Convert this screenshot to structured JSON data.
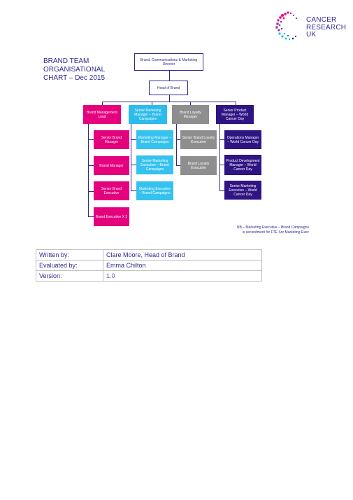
{
  "logo": {
    "text_lines": [
      "CANCER",
      "RESEARCH",
      "UK"
    ],
    "colors": [
      "#e5007e",
      "#2dbbeb",
      "#2e2a8c",
      "#8b3fa8"
    ]
  },
  "document": {
    "title_lines": [
      "BRAND TEAM",
      "ORGANISATIONAL",
      "CHART – Dec 2015"
    ]
  },
  "org_chart": {
    "top": "Brand, Communications & Marketing Director",
    "head": "Head of Brand",
    "departments": [
      {
        "title": "Brand Management Lead",
        "color": "#e5007e",
        "reports": [
          "Senior Brand Manager",
          "Brand Manager",
          "Senior Brand Executive",
          "Brand Executive X 2"
        ]
      },
      {
        "title": "Senior Marketing Manager – Brand Campaigns",
        "color": "#2dbbeb",
        "reports": [
          "Marketing Manager – Brand Campaigns",
          "Senior Marketing Executive – Brand Campaigns",
          "Marketing Executive – Brand Campaigns"
        ]
      },
      {
        "title": "Brand Loyalty Manager",
        "color": "#8e8e8e",
        "reports": [
          "Senior Brand Loyalty Executive",
          "Brand Loyalty Executive"
        ]
      },
      {
        "title": "Senior Product Manager – World Cancer Day",
        "color": "#2f1483",
        "reports": [
          "Operations Manager – World Cancer Day",
          "Product Development Manager – World Cancer Day",
          "Senior Marketing Executive – World Cancer Day"
        ]
      }
    ],
    "note_lines": [
      "NB – Marketing Executive – Brand Campaigns",
      "is secondment for FTE Snr Marketing Exec"
    ]
  },
  "meta_table": {
    "rows": [
      {
        "label": "Written by:",
        "value": "Clare Moore, Head of Brand"
      },
      {
        "label": "Evaluated by:",
        "value": "Emma Chilton"
      },
      {
        "label": "Version:",
        "value": "1.0"
      }
    ]
  }
}
